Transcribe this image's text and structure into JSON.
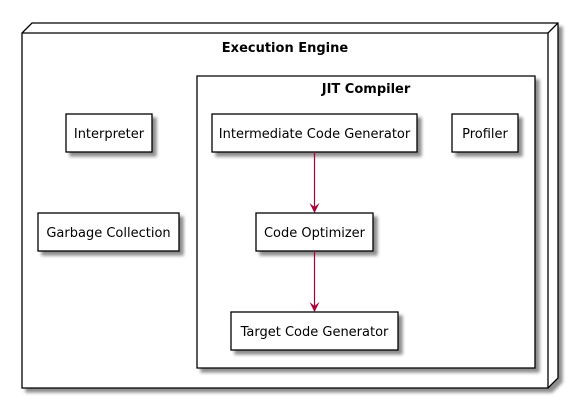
{
  "diagram": {
    "outer_node": {
      "title": "Execution Engine"
    },
    "inner_node": {
      "title": "JIT Compiler"
    },
    "components": {
      "interpreter": "Interpreter",
      "garbage_collection": "Garbage Collection",
      "intermediate_code_generator": "Intermediate Code Generator",
      "profiler": "Profiler",
      "code_optimizer": "Code Optimizer",
      "target_code_generator": "Target Code Generator"
    },
    "edges": [
      {
        "from": "Intermediate Code Generator",
        "to": "Code Optimizer"
      },
      {
        "from": "Code Optimizer",
        "to": "Target Code Generator"
      }
    ],
    "colors": {
      "border": "#000000",
      "shadow": "#9a9a9a",
      "arrow": "#a80036",
      "fill": "#ffffff"
    }
  }
}
